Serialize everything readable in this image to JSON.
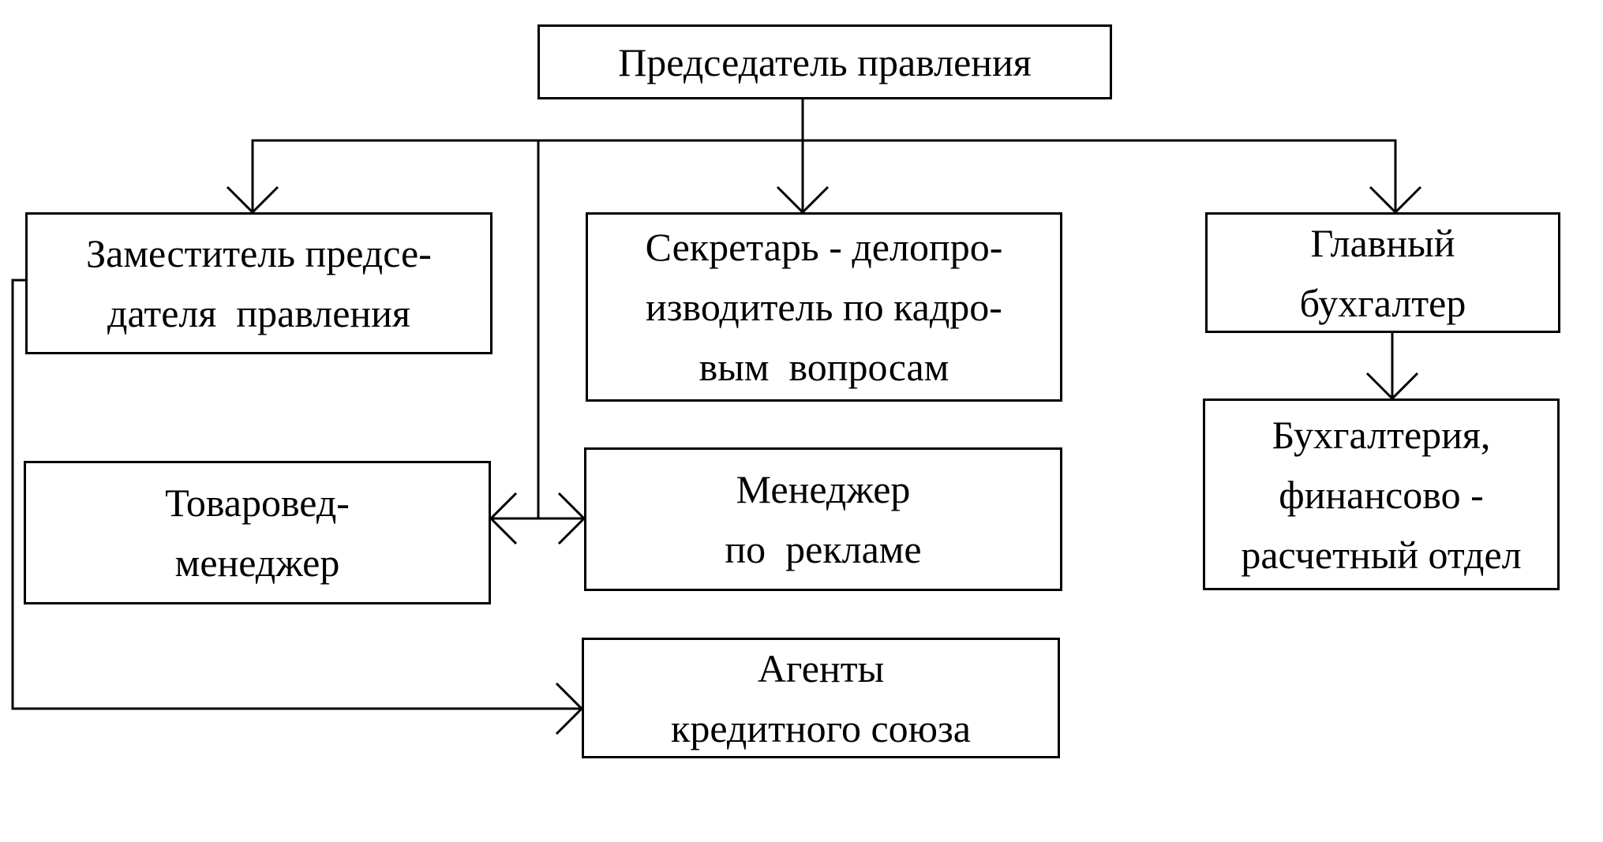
{
  "diagram": {
    "nodes": {
      "chairman": {
        "lines": [
          "Председатель правления"
        ]
      },
      "deputy": {
        "lines": [
          "Заместитель предсе-",
          "дателя  правления"
        ]
      },
      "secretary": {
        "lines": [
          "Секретарь - делопро-",
          "изводитель по кадро-",
          "вым  вопросам"
        ]
      },
      "chief_accountant": {
        "lines": [
          "Главный",
          "бухгалтер"
        ]
      },
      "accounting_department": {
        "lines": [
          "Бухгалтерия,",
          "финансово -",
          "расчетный отдел"
        ]
      },
      "merchandiser": {
        "lines": [
          "Товаровед-",
          "менеджер"
        ]
      },
      "ad_manager": {
        "lines": [
          "Менеджер",
          "по  рекламе"
        ]
      },
      "agents": {
        "lines": [
          "Агенты",
          "кредитного союза"
        ]
      }
    },
    "edges": [
      {
        "from": "chairman",
        "to": "deputy"
      },
      {
        "from": "chairman",
        "to": "secretary"
      },
      {
        "from": "chairman",
        "to": "chief_accountant"
      },
      {
        "from": "chairman",
        "to": "merchandiser"
      },
      {
        "from": "chairman",
        "to": "ad_manager"
      },
      {
        "from": "chief_accountant",
        "to": "accounting_department"
      },
      {
        "from": "deputy",
        "to": "agents"
      }
    ],
    "colors": {
      "stroke": "#000000",
      "fill": "#ffffff"
    }
  }
}
